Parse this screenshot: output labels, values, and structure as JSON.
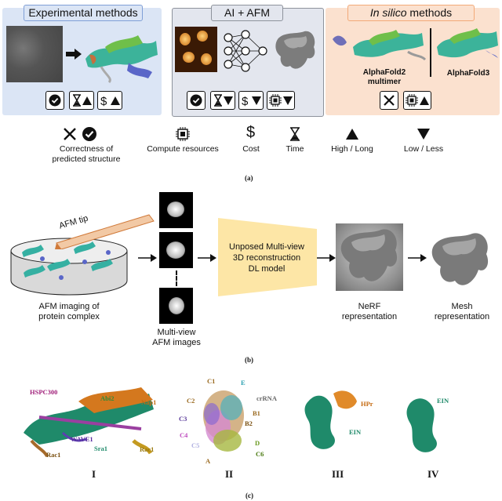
{
  "panel_a": {
    "experimental_title": "Experimental methods",
    "ai_afm_title": "AI + AFM",
    "in_silico_title": "In silico",
    "in_silico_title_suffix": " methods",
    "alphafold2_label": "AlphaFold2\nmultimer",
    "alphafold3_label": "AlphaFold3",
    "legend": {
      "correctness": "Correctness of\npredicted structure",
      "compute": "Compute resources",
      "cost_symbol": "$",
      "cost": "Cost",
      "time": "Time",
      "high": "High / Long",
      "low": "Low / Less"
    },
    "caption": "(a)",
    "colors": {
      "blue_bg": "#dbe5f5",
      "blue_border": "#7f9fd6",
      "gray_bg": "#e3e6ee",
      "gray_border": "#8e939c",
      "peach_bg": "#fbe1cf",
      "peach_border": "#f2a978"
    }
  },
  "panel_b": {
    "afm_tip": "AFM tip",
    "afm_imaging": "AFM imaging of\nprotein complex",
    "multiview": "Multi-view\nAFM images",
    "model": "Unposed Multi-view\n3D reconstruction\nDL model",
    "nerf": "NeRF\nrepresentation",
    "mesh": "Mesh\nrepresentation",
    "caption": "(b)"
  },
  "panel_c": {
    "I_labels": [
      "HSPC300",
      "Abi2",
      "Nap1",
      "WAVE1",
      "Sra1",
      "Rac1",
      "Rac1"
    ],
    "II_labels": [
      "C1",
      "E",
      "crRNA",
      "C2",
      "B1",
      "C3",
      "B2",
      "C4",
      "C5",
      "D",
      "A",
      "C6"
    ],
    "III_labels": [
      "HPr",
      "EIN"
    ],
    "IV_labels": [
      "EIN"
    ],
    "numerals": [
      "I",
      "II",
      "III",
      "IV"
    ],
    "caption": "(c)"
  }
}
